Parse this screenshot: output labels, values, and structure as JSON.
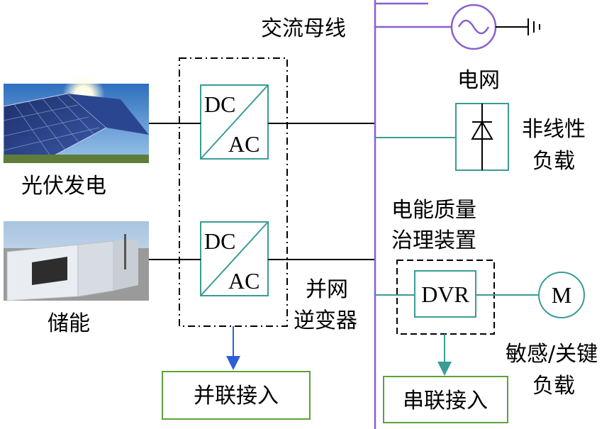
{
  "labels": {
    "ac_bus": "交流母线",
    "grid": "电网",
    "nonlinear_load_1": "非线性",
    "nonlinear_load_2": "负载",
    "pv": "光伏发电",
    "storage": "储能",
    "pq_device_1": "电能质量",
    "pq_device_2": "治理装置",
    "inverter_1": "并网",
    "inverter_2": "逆变器",
    "sensitive_load_1": "敏感/关键",
    "sensitive_load_2": "负载",
    "parallel": "并联接入",
    "series": "串联接入"
  },
  "converter_top": {
    "dc": "DC",
    "ac": "AC"
  },
  "converter_bottom": {
    "dc": "DC",
    "ac": "AC"
  },
  "dvr": "DVR",
  "motor": "M",
  "colors": {
    "bus": "#8a5fd1",
    "teal": "#3a9c96",
    "blue": "#2a5fd8",
    "green_box": "#5da33a",
    "black": "#000000"
  }
}
